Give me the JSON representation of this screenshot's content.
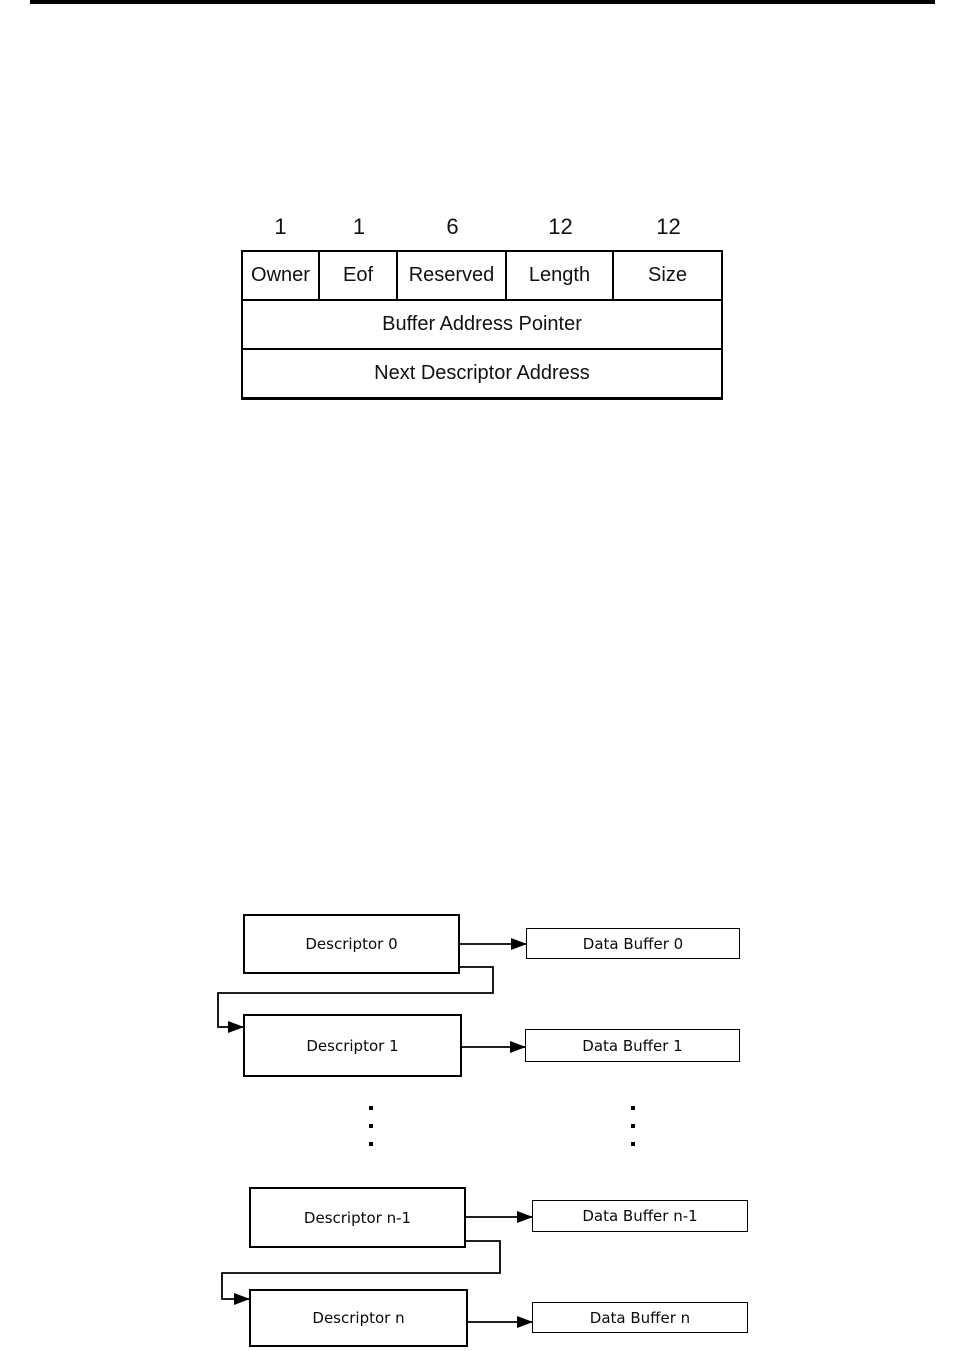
{
  "field_table": {
    "bit_widths": [
      "1",
      "1",
      "6",
      "12",
      "12"
    ],
    "fields": [
      "Owner",
      "Eof",
      "Reserved",
      "Length",
      "Size"
    ],
    "full_rows": [
      "Buffer Address Pointer",
      "Next Descriptor Address"
    ]
  },
  "ring_diagram": {
    "descriptors": [
      "Descriptor 0",
      "Descriptor 1",
      "Descriptor n-1",
      "Descriptor n"
    ],
    "buffers": [
      "Data Buffer 0",
      "Data Buffer 1",
      "Data Buffer n-1",
      "Data Buffer n"
    ]
  },
  "colors": {
    "line": "#000000",
    "text": "#111111",
    "background": "#ffffff"
  }
}
